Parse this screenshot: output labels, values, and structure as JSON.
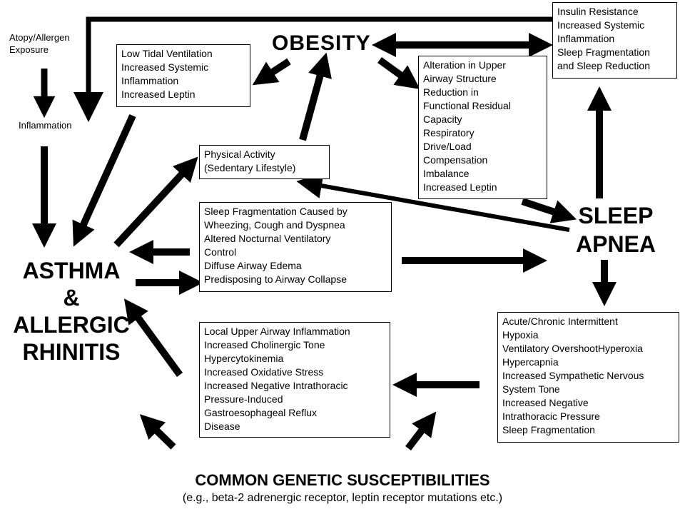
{
  "diagram": {
    "left_source": {
      "line1": "Atopy/Allergen",
      "line2": "Exposure"
    },
    "inflammation": "Inflammation",
    "obesity": "OBESITY",
    "asthma": {
      "line1": "ASTHMA",
      "line2": "&",
      "line3": "ALLERGIC",
      "line4": "RHINITIS"
    },
    "sleep_apnea": {
      "line1": "SLEEP",
      "line2": "APNEA"
    },
    "box_low_tidal": [
      "Low Tidal Ventilation",
      "Increased Systemic",
      "Inflammation",
      "Increased Leptin"
    ],
    "box_upper_airway": [
      "Alteration in Upper",
      "Airway Structure",
      "Reduction in",
      "Functional Residual",
      "Capacity",
      "Respiratory",
      "Drive/Load",
      "Compensation",
      "Imbalance",
      "Increased Leptin"
    ],
    "box_insulin": [
      "Insulin Resistance",
      "Increased Systemic",
      "Inflammation",
      "Sleep Fragmentation",
      "and Sleep Reduction"
    ],
    "box_physical": [
      "Physical Activity",
      "(Sedentary Lifestyle)"
    ],
    "box_sleep_frag": [
      "Sleep Fragmentation Caused by",
      "Wheezing, Cough and Dyspnea",
      "Altered Nocturnal Ventilatory",
      "Control",
      "Diffuse Airway Edema",
      "Predisposing to Airway Collapse"
    ],
    "box_local_upper": [
      "Local Upper Airway Inflammation",
      "Increased Cholinergic Tone",
      "Hypercytokinemia",
      "Increased Oxidative Stress",
      "Increased Negative Intrathoracic",
      "Pressure-Induced",
      "Gastroesophageal Reflux",
      "Disease"
    ],
    "box_hypoxia": [
      "Acute/Chronic Intermittent",
      "Hypoxia",
      "Ventilatory OvershootHyperoxia",
      "Hypercapnia",
      "Increased Sympathetic Nervous",
      "System Tone",
      "Increased Negative",
      "Intrathoracic Pressure",
      "Sleep Fragmentation"
    ],
    "genetic_title": "COMMON GENETIC SUSCEPTIBILITIES",
    "genetic_subtitle": "(e.g., beta-2 adrenergic receptor, leptin receptor mutations etc.)"
  },
  "colors": {
    "ink": "#000000",
    "background": "#ffffff"
  }
}
